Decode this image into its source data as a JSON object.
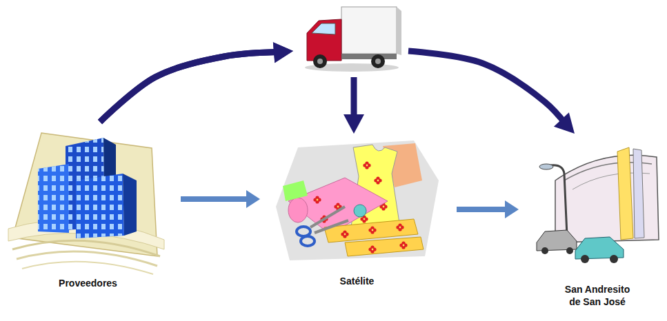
{
  "diagram": {
    "nodes": [
      {
        "text": [
          "Proveedores"
        ]
      },
      {
        "text": [
          "Satélite"
        ]
      },
      {
        "text": [
          "San Andresito de San José"
        ]
      }
    ],
    "edges": [
      {
        "from": 0,
        "to": 1,
        "arrow": "to"
      },
      {
        "from": 1,
        "to": 2,
        "arrow": "to"
      },
      {
        "from": 0,
        "to": 1,
        "arrow": "to"
      },
      {
        "from": 0,
        "to": 2,
        "arrow": "to"
      }
    ]
  }
}
